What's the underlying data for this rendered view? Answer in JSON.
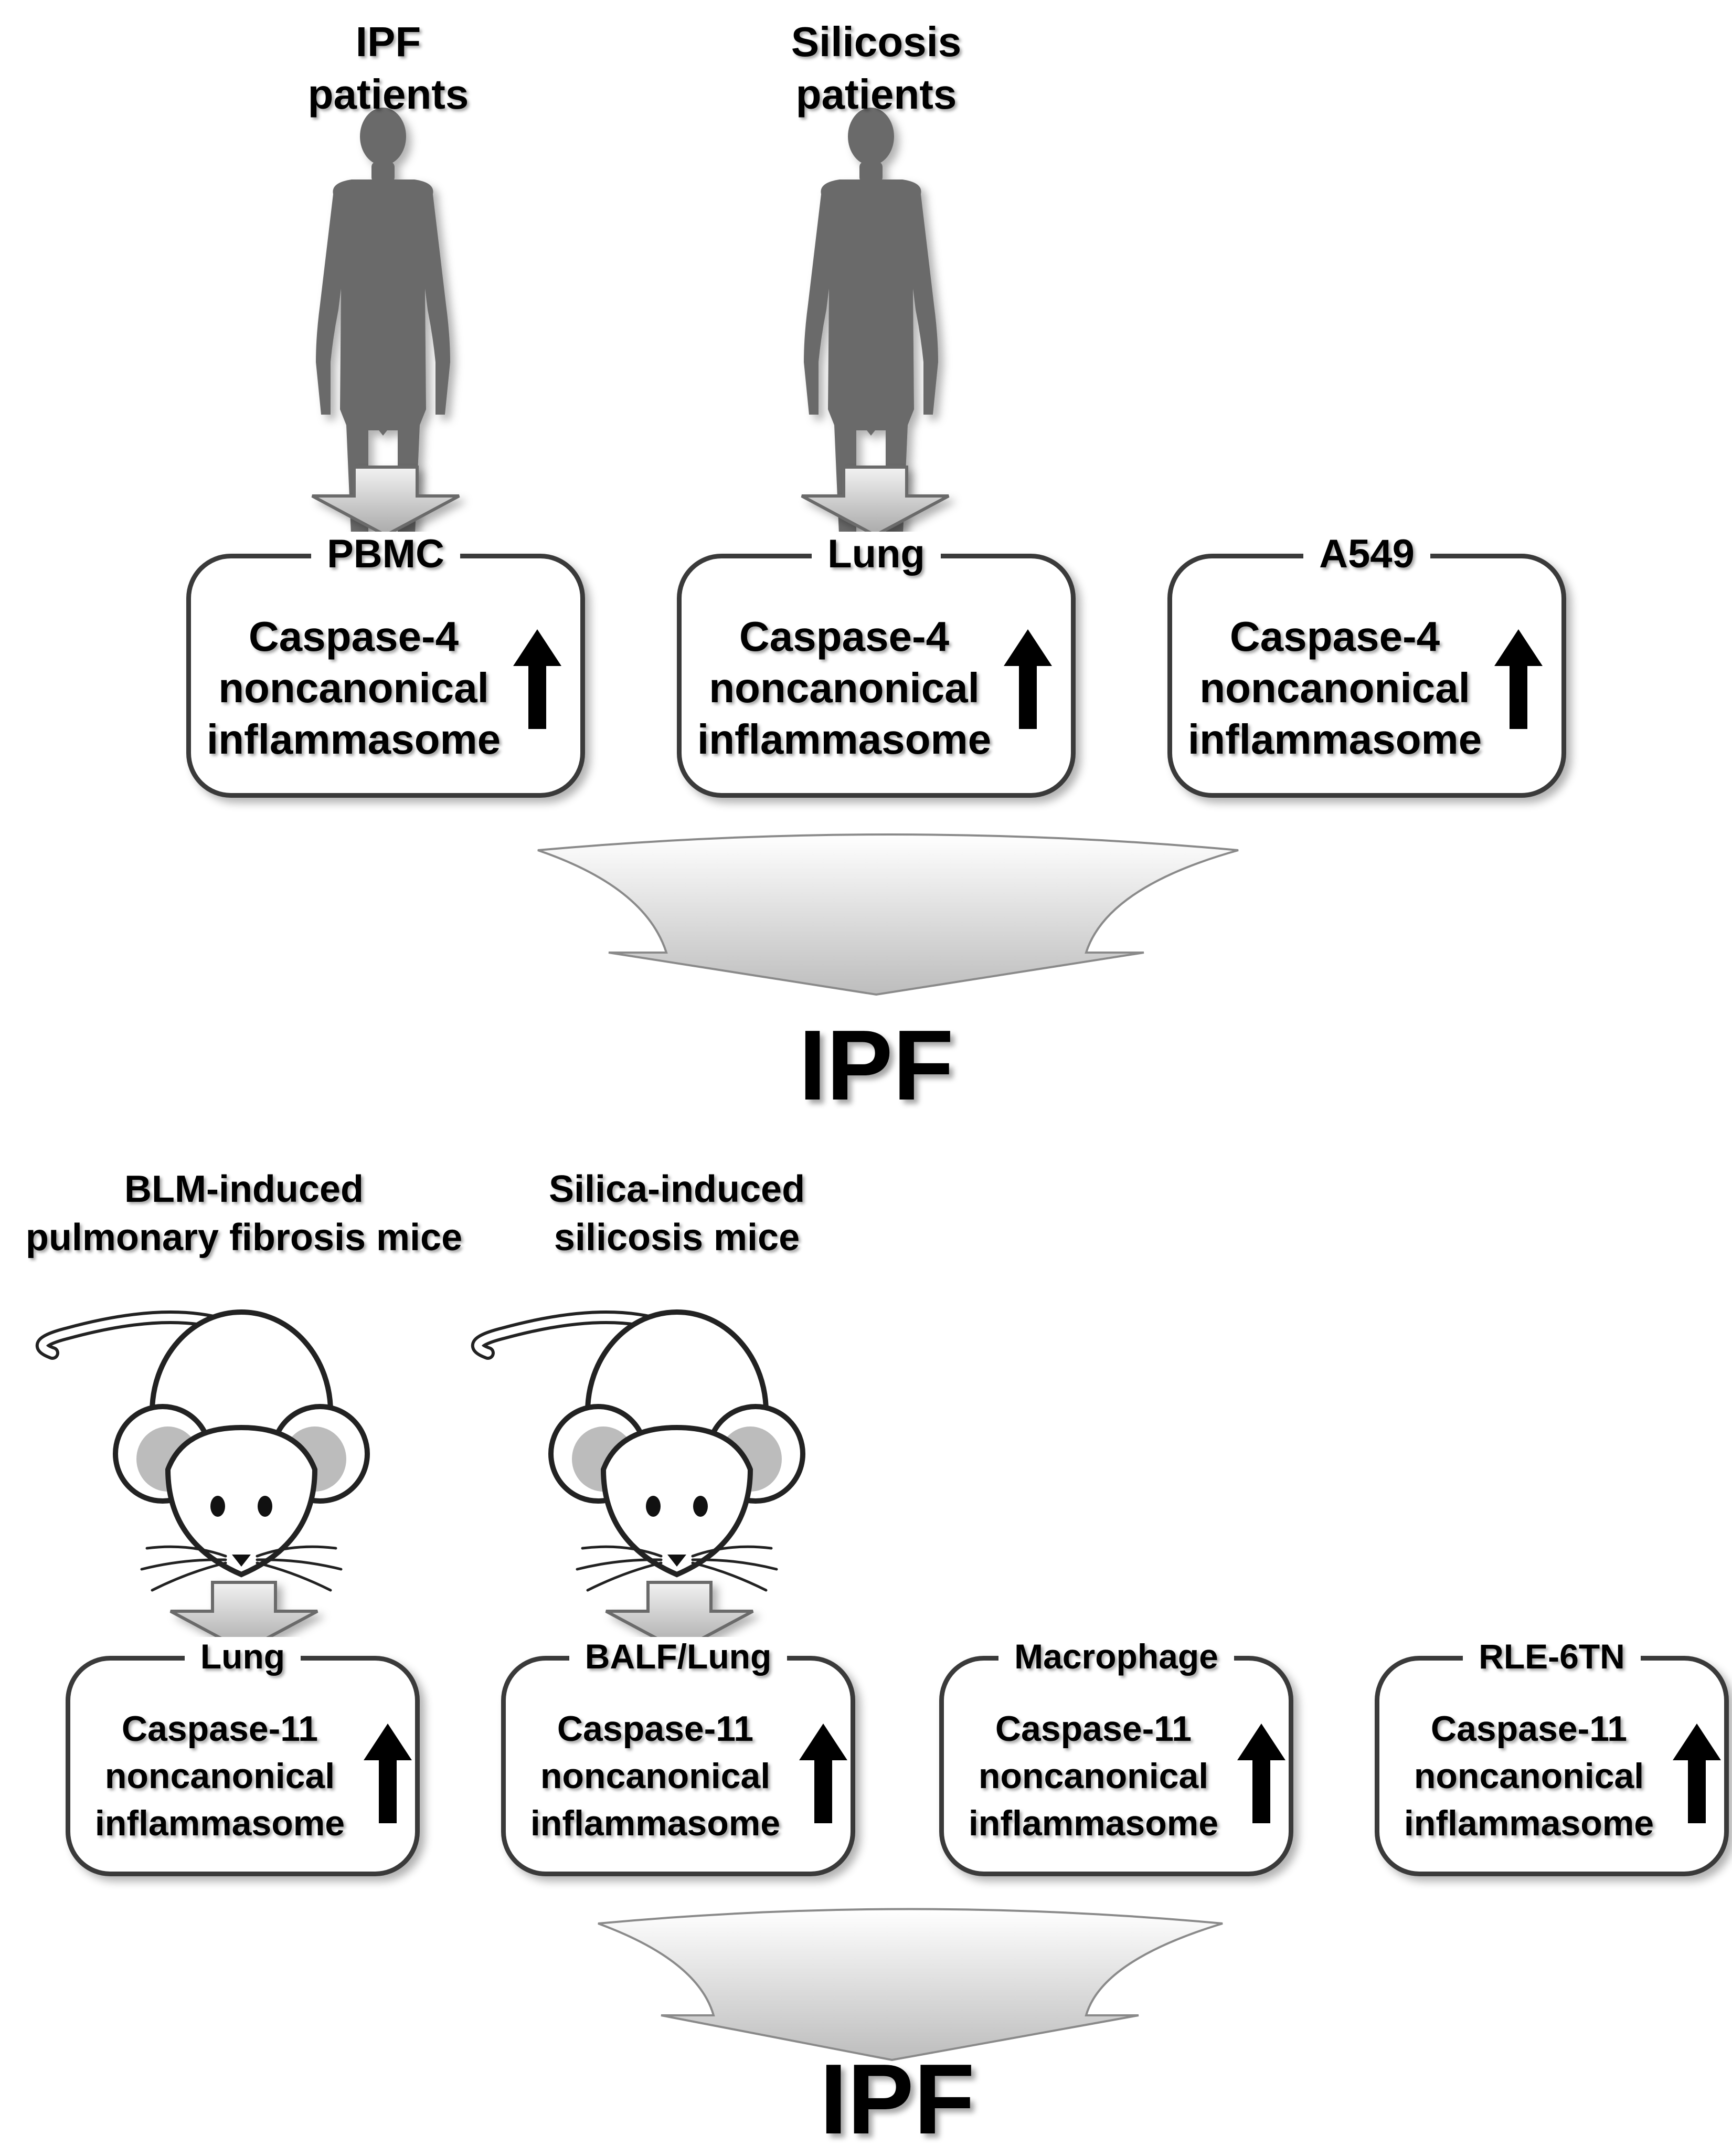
{
  "human_section": {
    "subjects": [
      {
        "label_line1": "IPF",
        "label_line2": "patients"
      },
      {
        "label_line1": "Silicosis",
        "label_line2": "patients"
      }
    ],
    "boxes": [
      {
        "title": "PBMC",
        "line1": "Caspase-4",
        "line2": "noncanonical",
        "line3": "inflammasome"
      },
      {
        "title": "Lung",
        "line1": "Caspase-4",
        "line2": "noncanonical",
        "line3": "inflammasome"
      },
      {
        "title": "A549",
        "line1": "Caspase-4",
        "line2": "noncanonical",
        "line3": "inflammasome"
      }
    ],
    "outcome": "IPF"
  },
  "mouse_section": {
    "subjects": [
      {
        "label_line1": "BLM-induced",
        "label_line2": "pulmonary fibrosis mice"
      },
      {
        "label_line1": "Silica-induced",
        "label_line2": "silicosis mice"
      }
    ],
    "boxes": [
      {
        "title": "Lung",
        "line1": "Caspase-11",
        "line2": "noncanonical",
        "line3": "inflammasome"
      },
      {
        "title": "BALF/Lung",
        "line1": "Caspase-11",
        "line2": "noncanonical",
        "line3": "inflammasome"
      },
      {
        "title": "Macrophage",
        "line1": "Caspase-11",
        "line2": "noncanonical",
        "line3": "inflammasome"
      },
      {
        "title": "RLE-6TN",
        "line1": "Caspase-11",
        "line2": "noncanonical",
        "line3": "inflammasome"
      }
    ],
    "outcome": "IPF"
  },
  "colors": {
    "figure": "#6b6b6b",
    "box_border": "#3a3a3a",
    "arrow_fill": "#c8c8c8",
    "up_arrow": "#000000"
  },
  "icons": [
    "human-figure-icon",
    "mouse-icon",
    "down-arrow-icon",
    "up-arrow-icon",
    "funnel-arrow-icon"
  ]
}
